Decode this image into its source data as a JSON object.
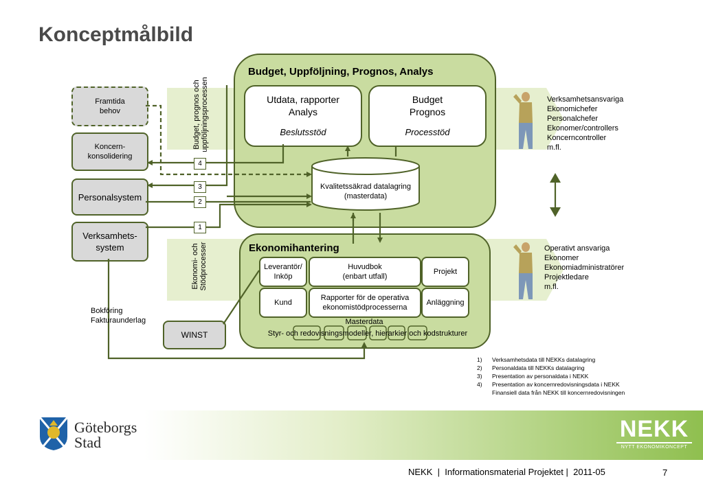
{
  "page": {
    "title": "Konceptmålbild",
    "page_number": "7"
  },
  "colors": {
    "dark_green": "#4f6228",
    "light_green": "#c9dca0",
    "band": "#e6efcf",
    "gray_box": "#d9d9d9"
  },
  "top_group": {
    "title": "Budget, Uppföljning, Prognos, Analys",
    "box1": {
      "line1": "Utdata, rapporter",
      "line2": "Analys",
      "subtitle": "Beslutsstöd"
    },
    "box2": {
      "line1": "Budget",
      "line2": "Prognos",
      "subtitle": "Processtöd"
    },
    "db": {
      "line1": "Kvalitetssäkrad datalagring",
      "line2": "(masterdata)"
    }
  },
  "bottom_group": {
    "title": "Ekonomihantering",
    "cells": {
      "leverantor": "Leverantör/ Inköp",
      "huvudbok_1": "Huvudbok",
      "huvudbok_2": "(enbart utfall)",
      "projekt": "Projekt",
      "kund": "Kund",
      "rapporter": "Rapporter för de operativa ekonomistödprocesserna",
      "anlaggning": "Anläggning"
    },
    "masterdata_label": "Masterdata",
    "masterdata_text": "Styr- och redovisningsmodeller, hierarkier och kodstrukturer"
  },
  "left_boxes": {
    "framtida": "Framtida behov",
    "koncern": "Koncern- konsolidering",
    "personal": "Personalsystem",
    "verksamhet": "Verksamhets- system",
    "winst": "WINST"
  },
  "vertical_labels": {
    "top": [
      "Budget, prognos och",
      "uppföljningsprocessen"
    ],
    "bottom": [
      "Ekonomi- och",
      "Stödprocesser"
    ]
  },
  "badges": [
    "4",
    "3",
    "2",
    "1"
  ],
  "bokforing": [
    "Bokföring",
    "Fakturaunderlag"
  ],
  "roles_top": [
    "Verksamhetsansvariga",
    "Ekonomichefer",
    "Personalchefer",
    "Ekonomer/controllers",
    "Koncerncontroller",
    "m.fl."
  ],
  "roles_bottom": [
    "Operativt ansvariga",
    "Ekonomer",
    "Ekonomiadministratörer",
    "Projektledare",
    "m.fl."
  ],
  "notes": [
    {
      "n": "1)",
      "t": "Verksamhetsdata till NEKKs datalagring"
    },
    {
      "n": "2)",
      "t": "Personaldata till NEKKs datalagring"
    },
    {
      "n": "3)",
      "t": "Presentation av personaldata i NEKK"
    },
    {
      "n": "4)",
      "t": "Presentation av koncernredovisningsdata i NEKK"
    },
    {
      "n": "",
      "t": "Finansiell data från NEKK till koncernredovisningen"
    }
  ],
  "logo_left": {
    "line1": "Göteborgs",
    "line2": "Stad",
    "icon": "goteborg-coat-of-arms-icon"
  },
  "logo_right": {
    "name": "NEKK",
    "tagline": "NYTT EKONOMIKONCEPT"
  },
  "footer": "NEKK  |  Informationsmaterial Projektet |  2011-05"
}
